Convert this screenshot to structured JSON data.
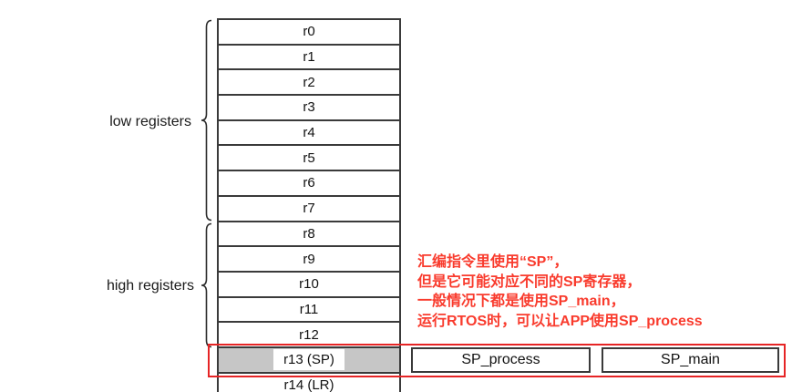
{
  "registers": {
    "rows": [
      "r0",
      "r1",
      "r2",
      "r3",
      "r4",
      "r5",
      "r6",
      "r7",
      "r8",
      "r9",
      "r10",
      "r11",
      "r12",
      "r13 (SP)",
      "r14 (LR)"
    ],
    "highlighted_index": 13,
    "highlighted_label": "r13 (SP)"
  },
  "groups": [
    {
      "label": "low registers"
    },
    {
      "label": "high registers"
    }
  ],
  "annotation": {
    "lines": [
      "汇编指令里使用“SP”，",
      "但是它可能对应不同的SP寄存器，",
      "一般情况下都是使用SP_main，",
      "运行RTOS时，可以让APP使用SP_process"
    ]
  },
  "sp_boxes": [
    {
      "label": "SP_process"
    },
    {
      "label": "SP_main"
    }
  ],
  "colors": {
    "highlighted_row_fill": "#c6c6c6",
    "red_rectangle": "#e62425",
    "annotation_red": "#f93b2d",
    "table_line": "#3a3a3a"
  }
}
